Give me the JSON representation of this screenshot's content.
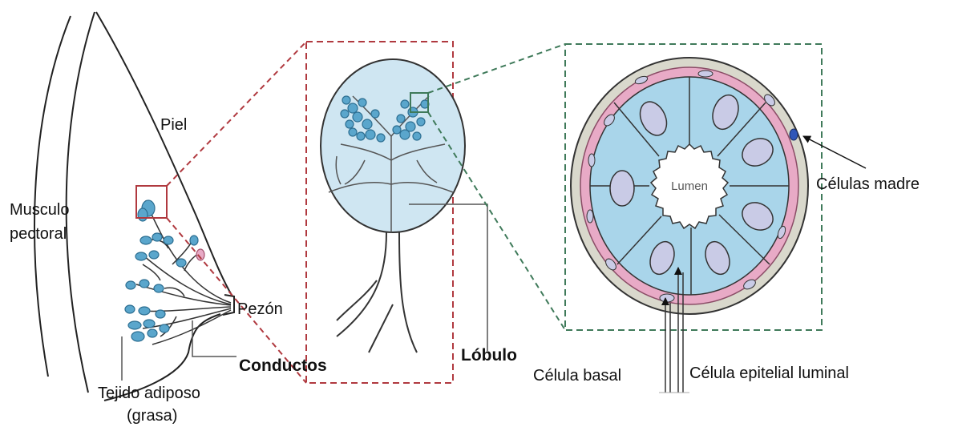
{
  "labels": {
    "musculo_line1": "Musculo",
    "musculo_line2": "pectoral",
    "piel": "Piel",
    "pezon": "Pezón",
    "conductos": "Conductos",
    "tejido_line1": "Tejido adiposo",
    "tejido_line2": "(grasa)",
    "lobulo": "Lóbulo",
    "lumen": "Lumen",
    "celulas_madre": "Células madre",
    "celula_basal": "Célula basal",
    "celula_epitelial": "Célula epitelial luminal"
  },
  "colors": {
    "zoom_box_red": "#b0393f",
    "zoom_box_green": "#3f7a5a",
    "lobule_fill": "#cfe6f2",
    "lobe_cell": "#5aa6cc",
    "luminal_cell": "#a9d5ea",
    "nucleus": "#c9cbe6",
    "myoepithelial": "#e8aac6",
    "basement": "#d9d8cc",
    "stem_cell": "#2f56b8"
  }
}
